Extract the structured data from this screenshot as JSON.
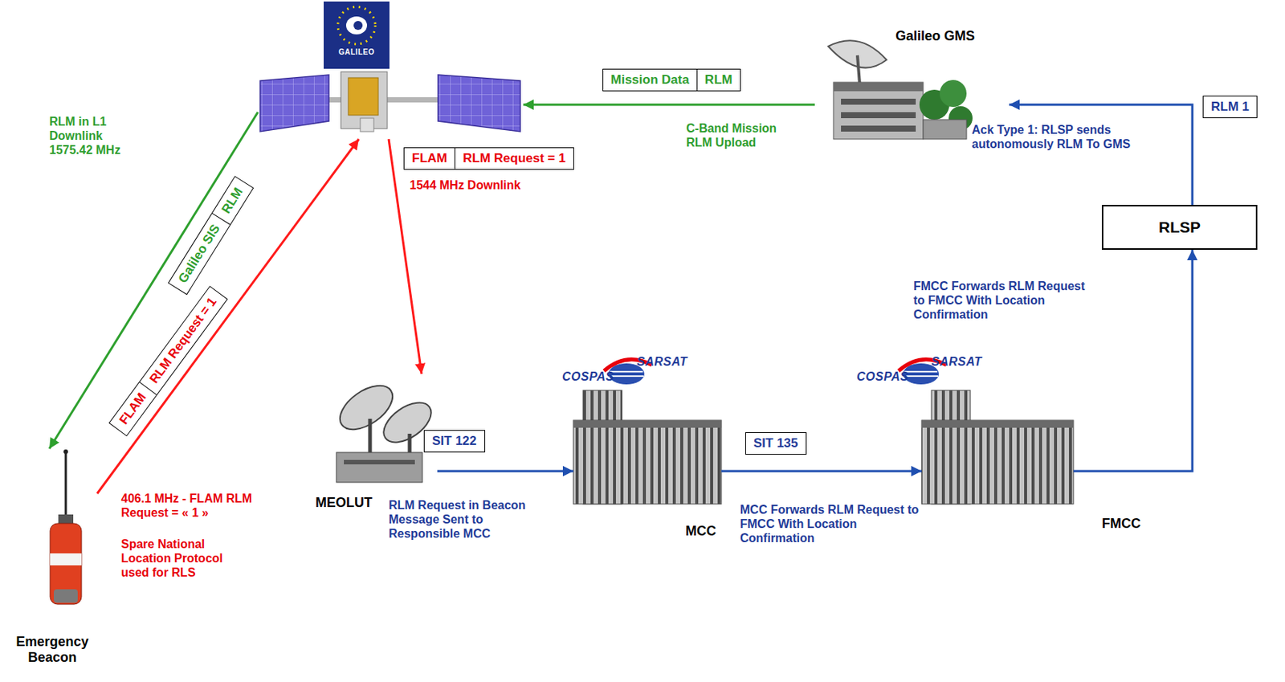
{
  "diagram": {
    "nodes": [
      {
        "text": [
          "GALILEO"
        ]
      },
      {
        "text": [
          "Galileo SIS",
          "RLM"
        ]
      },
      {
        "text": [
          "Mission Data",
          "RLM"
        ]
      },
      {
        "text": [
          "Galileo GMS"
        ]
      },
      {
        "text": [
          "FLAM",
          "RLM Request = 1"
        ]
      },
      {
        "text": [
          "RLM 1"
        ]
      },
      {
        "text": [
          "RLSP"
        ]
      },
      {
        "text": [
          "FLAM",
          "RLM Request = 1"
        ]
      },
      {
        "text": [
          "MEOLUT"
        ]
      },
      {
        "text": [
          "SIT 122"
        ]
      },
      {
        "text": [
          "MCC"
        ]
      },
      {
        "text": [
          "SIT 135"
        ]
      },
      {
        "text": [
          "FMCC"
        ]
      },
      {
        "text": [
          "Emergency Beacon"
        ]
      }
    ],
    "edges": [
      {
        "from": 3,
        "to": 0,
        "arrow": "to"
      },
      {
        "from": 0,
        "to": 13,
        "arrow": "to"
      },
      {
        "from": 13,
        "to": 0,
        "arrow": "to"
      },
      {
        "from": 0,
        "to": 8,
        "arrow": "to"
      },
      {
        "from": 8,
        "to": 10,
        "arrow": "to"
      },
      {
        "from": 10,
        "to": 12,
        "arrow": "to"
      },
      {
        "from": 12,
        "to": 6,
        "arrow": "to"
      },
      {
        "from": 6,
        "to": 3,
        "arrow": "to"
      }
    ],
    "labels": [
      "RLM in L1 Downlink 1575.42 MHz",
      "C-Band Mission RLM Upload",
      "1544 MHz Downlink",
      "406.1 MHz - FLAM RLM Request = « 1 »",
      "Spare National Location Protocol used for RLS",
      "RLM Request in Beacon Message Sent to Responsible MCC",
      "MCC Forwards RLM Request to FMCC With Location Confirmation",
      "FMCC Forwards RLM Request to FMCC With Location Confirmation",
      "Ack Type 1: RLSP sends autonomously RLM To GMS",
      "COSPAS",
      "SARSAT",
      "COSPAS",
      "SARSAT"
    ]
  }
}
